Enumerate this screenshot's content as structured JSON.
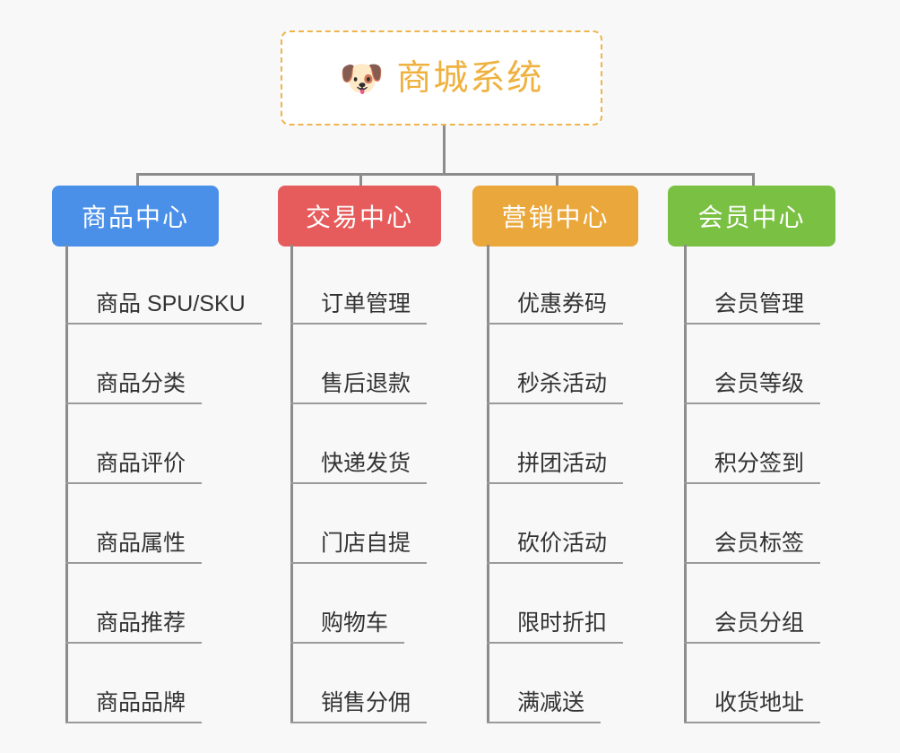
{
  "background_color": "#f8f8f8",
  "root": {
    "icon": "dog-face-emoji",
    "emoji": "🐶",
    "title": "商城系统",
    "border_color": "#efb44c",
    "text_color": "#efb13f"
  },
  "connector_color": "#8c8c8c",
  "columns": [
    {
      "id": "product-center",
      "title": "商品中心",
      "color": "#4a90e8",
      "items": [
        "商品 SPU/SKU",
        "商品分类",
        "商品评价",
        "商品属性",
        "商品推荐",
        "商品品牌"
      ]
    },
    {
      "id": "trade-center",
      "title": "交易中心",
      "color": "#e65c5c",
      "items": [
        "订单管理",
        "售后退款",
        "快递发货",
        "门店自提",
        "购物车",
        "销售分佣"
      ]
    },
    {
      "id": "marketing-center",
      "title": "营销中心",
      "color": "#eaa73c",
      "items": [
        "优惠券码",
        "秒杀活动",
        "拼团活动",
        "砍价活动",
        "限时折扣",
        "满减送"
      ]
    },
    {
      "id": "member-center",
      "title": "会员中心",
      "color": "#7ac143",
      "items": [
        "会员管理",
        "会员等级",
        "积分签到",
        "会员标签",
        "会员分组",
        "收货地址"
      ]
    }
  ]
}
